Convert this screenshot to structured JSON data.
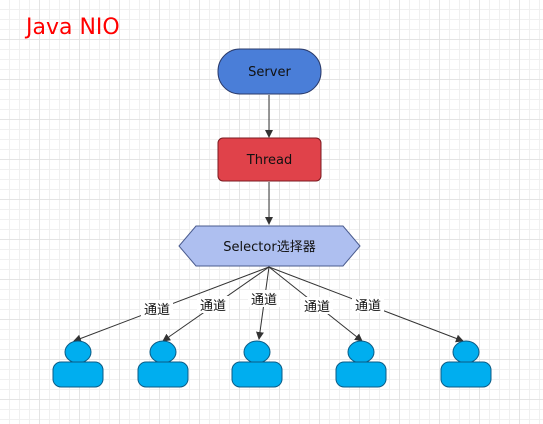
{
  "title": "Java NIO",
  "nodes": {
    "server": "Server",
    "thread": "Thread",
    "selector": "Selector选择器"
  },
  "channel_labels": [
    "通道",
    "通道",
    "通道",
    "通道",
    "通道"
  ],
  "colors": {
    "title": "#ff0000",
    "server": "#4a7ed8",
    "thread": "#e0424a",
    "selector": "#aebff0",
    "client": "#00aeef"
  },
  "icons": [
    "user-icon",
    "user-icon",
    "user-icon",
    "user-icon",
    "user-icon"
  ]
}
